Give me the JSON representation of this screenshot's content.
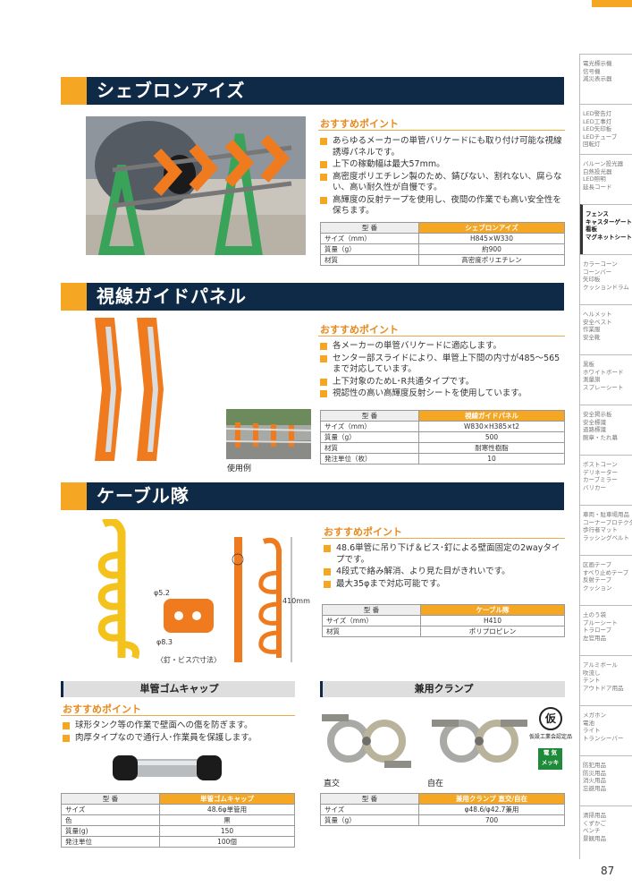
{
  "sections": {
    "chevron": {
      "title": "シェブロンアイズ",
      "points_heading": "おすすめポイント",
      "bullets": [
        "あらゆるメーカーの単管バリケードにも取り付け可能な視線誘導パネルです。",
        "上下の稼動幅は最大57mm。",
        "高密度ポリエチレン製のため、錆びない、割れない、腐らない、高い耐久性が自慢です。",
        "高輝度の反射テープを使用し、夜間の作業でも高い安全性を保ちます。"
      ],
      "spec": [
        {
          "label": "型 番",
          "value": "シェブロンアイズ"
        },
        {
          "label": "サイズ（mm）",
          "value": "H845×W330"
        },
        {
          "label": "質量（g）",
          "value": "約900"
        },
        {
          "label": "材質",
          "value": "高密度ポリエチレン"
        }
      ]
    },
    "guide": {
      "title": "視線ガイドパネル",
      "points_heading": "おすすめポイント",
      "bullets": [
        "各メーカーの単管バリケードに適応します。",
        "センター部スライドにより、単管上下間の内寸が485～565まで対応しています。",
        "上下対象のためL･R共通タイプです。",
        "視認性の高い高輝度反射シートを使用しています。"
      ],
      "usage_caption": "使用例",
      "spec": [
        {
          "label": "型 番",
          "value": "視線ガイドパネル"
        },
        {
          "label": "サイズ（mm）",
          "value": "W830×H385×t2"
        },
        {
          "label": "質量（g）",
          "value": "500"
        },
        {
          "label": "材質",
          "value": "耐寒性樹脂"
        },
        {
          "label": "発注単位（枚）",
          "value": "10"
        }
      ]
    },
    "cable": {
      "title": "ケーブル隊",
      "points_heading": "おすすめポイント",
      "bullets": [
        "48.6単管に吊り下げ＆ビス･釘による壁面固定の2wayタイプです。",
        "4段式で絡み解消、より見た目がきれいです。",
        "最大35φまで対応可能です。"
      ],
      "dim_hole_top": "φ5.2",
      "dim_hole_bottom": "φ8.3",
      "dim_caption": "〈釘・ビス穴寸法〉",
      "dim_height": "410mm",
      "spec": [
        {
          "label": "型 番",
          "value": "ケーブル隊"
        },
        {
          "label": "サイズ（mm）",
          "value": "H410"
        },
        {
          "label": "材質",
          "value": "ポリプロピレン"
        }
      ]
    },
    "cap": {
      "title": "単管ゴムキャップ",
      "points_heading": "おすすめポイント",
      "bullets": [
        "球形タンク等の作業で壁面への傷を防ぎます。",
        "肉厚タイプなので通行人･作業員を保護します。"
      ],
      "spec": [
        {
          "label": "型 番",
          "value": "単管ゴムキャップ"
        },
        {
          "label": "サイズ",
          "value": "48.6φ単管用"
        },
        {
          "label": "色",
          "value": "黒"
        },
        {
          "label": "質量(g)",
          "value": "150"
        },
        {
          "label": "発注単位",
          "value": "100個"
        }
      ]
    },
    "clamp": {
      "title": "兼用クランプ",
      "caption_left": "直交",
      "caption_right": "自在",
      "cert_mark": "仮",
      "cert_text": "仮設工業会認定品",
      "plating_badge_1": "電 気",
      "plating_badge_2": "メッキ",
      "spec": [
        {
          "label": "型 番",
          "value": "兼用クランプ 直交/自在"
        },
        {
          "label": "サイズ",
          "value": "φ48.6/φ42.7兼用"
        },
        {
          "label": "質量（g）",
          "value": "700"
        }
      ]
    }
  },
  "sidebar": [
    [
      "電光標示機",
      "信号機",
      "減災表示器"
    ],
    [
      "LED警告灯",
      "LED工事灯",
      "LED矢印板",
      "LEDチューブ",
      "回転灯"
    ],
    [
      "バルーン投光器",
      "白熱投光器",
      "LED照明",
      "延長コード"
    ],
    [
      "フェンス",
      "キャスターゲート",
      "看板",
      "マグネットシート"
    ],
    [
      "カラーコーン",
      "コーンバー",
      "矢印板",
      "クッションドラム"
    ],
    [
      "ヘルメット",
      "安全ベスト",
      "作業服",
      "安全靴"
    ],
    [
      "黒板",
      "ホワイトボード",
      "測量旗",
      "スプレーシート"
    ],
    [
      "安全掲示板",
      "安全標識",
      "道路標識",
      "腕章・たれ幕"
    ],
    [
      "ポストコーン",
      "デリネーター",
      "カーブミラー",
      "バリカー"
    ],
    [
      "車両・駐車場用品",
      "コーナープロテクター",
      "歩行者マット",
      "ラッシングベルト"
    ],
    [
      "区画テープ",
      "すべり止めテープ",
      "反射テープ",
      "クッション"
    ],
    [
      "土のう袋",
      "ブルーシート",
      "トラロープ",
      "左官用品"
    ],
    [
      "アルミボール",
      "吹流し",
      "テント",
      "アウトドア用品"
    ],
    [
      "メガホン",
      "電池",
      "ライト",
      "トランシーバー"
    ],
    [
      "防犯用品",
      "防災用品",
      "消火用品",
      "忘避用品"
    ],
    [
      "清掃用品",
      "くずかご",
      "ベンチ",
      "景観用品"
    ]
  ],
  "sidebar_active": 3,
  "page_number": "87",
  "colors": {
    "navy": "#0e2a47",
    "orange": "#f5a623",
    "accent_text": "#e8891c"
  }
}
